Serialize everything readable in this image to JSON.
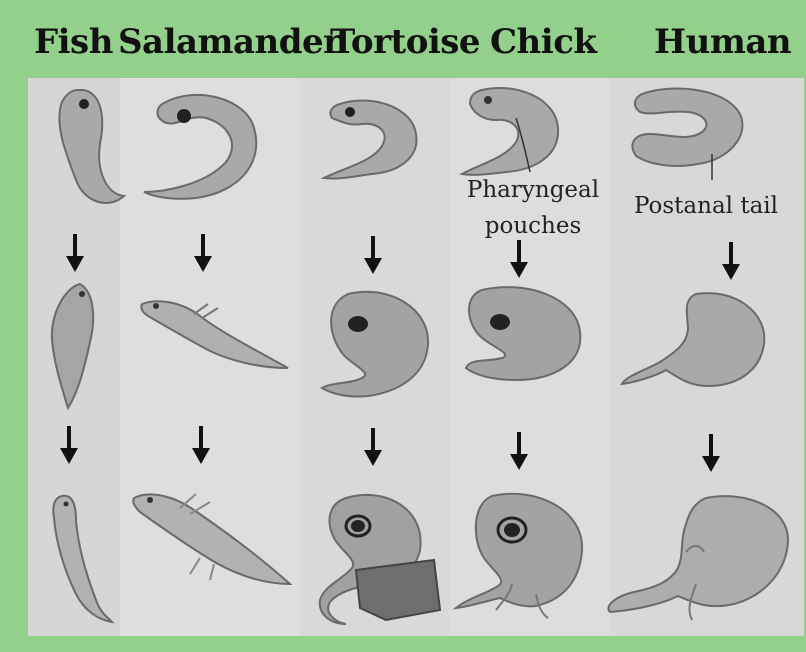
{
  "columns": [
    {
      "name": "Fish"
    },
    {
      "name": "Salamander"
    },
    {
      "name": "Tortoise"
    },
    {
      "name": "Chick"
    },
    {
      "name": "Human"
    }
  ],
  "annotations": {
    "pharyngeal_line1": "Pharyngeal",
    "pharyngeal_line2": "pouches",
    "postanal": "Postanal tail"
  },
  "colors": {
    "background": "#93d08b",
    "panel": "#dcdcdc",
    "embryo_fill": "#a7a7a7",
    "embryo_stroke": "#6a6a6a",
    "arrow": "#111111"
  }
}
